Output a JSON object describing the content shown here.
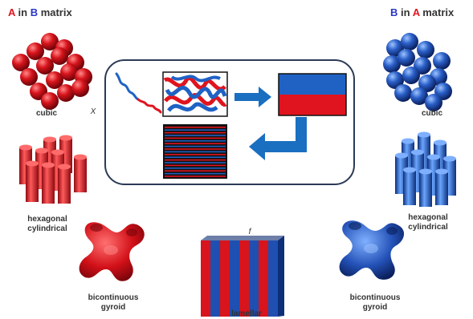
{
  "left_title": {
    "prefix": "A",
    "mid": " in ",
    "second": "B",
    "suffix": " matrix"
  },
  "right_title": {
    "prefix": "B",
    "mid": " in ",
    "second": "A",
    "suffix": " matrix"
  },
  "labels": {
    "cubic": "cubic",
    "hexagonal": "hexagonal",
    "cylindrical": "cylindrical",
    "bicontinuous": "bicontinuous",
    "gyroid": "gyroid",
    "lamellar": "lamellar",
    "x_mark": "X",
    "f_mark": "f"
  },
  "colors": {
    "red": "#e0141e",
    "blue": "#1f62c4",
    "dark_red": "#8e0b12",
    "dark_blue": "#0d2f7a",
    "arrow": "#1a6fc0"
  }
}
